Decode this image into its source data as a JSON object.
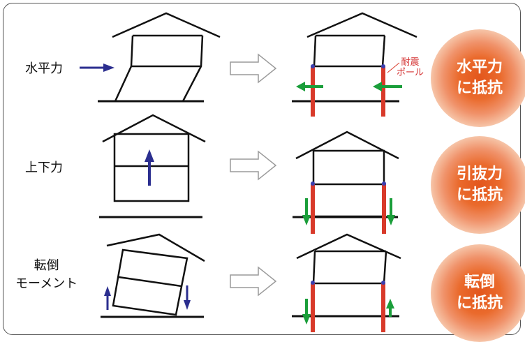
{
  "rows": [
    {
      "label_lines": [
        "水平力"
      ],
      "result_lines": [
        "水平力",
        "に抵抗"
      ]
    },
    {
      "label_lines": [
        "上下力"
      ],
      "result_lines": [
        "引抜力",
        "に抵抗"
      ]
    },
    {
      "label_lines": [
        "転倒",
        "モーメント"
      ],
      "result_lines": [
        "転倒",
        "に抵抗"
      ]
    }
  ],
  "pole_label_lines": [
    "耐震",
    "ポール"
  ],
  "colors": {
    "line": "#111111",
    "force_arrow": "#2b2e8f",
    "pole": "#d83a2a",
    "reaction_arrow": "#1a9e3a",
    "joint": "#3a3fb0",
    "result_glow": "#e3561c",
    "transition_arrow": "#bbbbbb"
  },
  "icons": [
    "force-arrow-icon",
    "transition-arrow-icon",
    "seismic-pole-icon",
    "reaction-arrow-icon"
  ]
}
